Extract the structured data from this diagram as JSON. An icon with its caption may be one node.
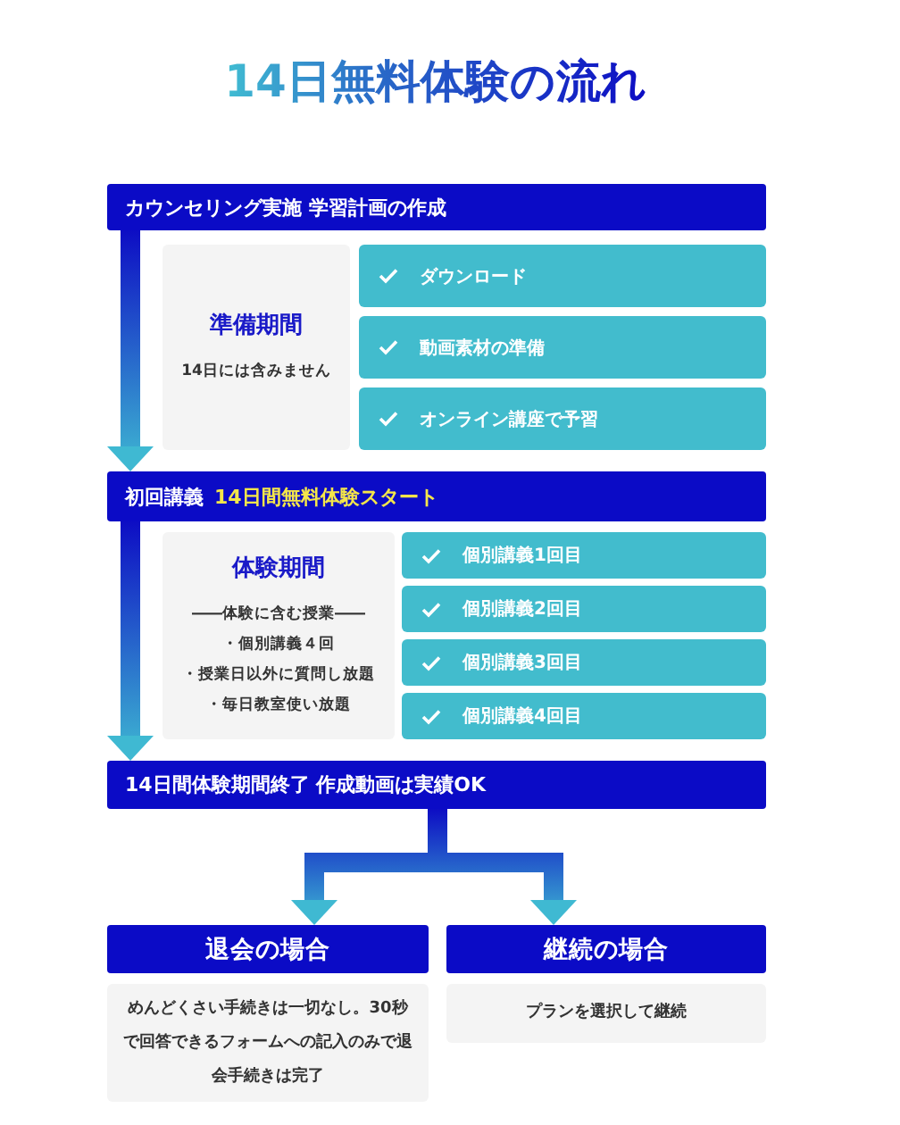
{
  "diagram": {
    "title": "14日無料体験の流れ",
    "nodes": [
      {
        "text": [
          "カウンセリング実施 学習計画の作成"
        ]
      },
      {
        "text": [
          "準備期間",
          "14日には含みません"
        ]
      },
      {
        "text": [
          "ダウンロード"
        ]
      },
      {
        "text": [
          "動画素材の準備"
        ]
      },
      {
        "text": [
          "オンライン講座で予習"
        ]
      },
      {
        "text": [
          "初回講義",
          "14日間無料体験スタート"
        ]
      },
      {
        "text": [
          "体験期間",
          "――体験に含む授業――",
          "・個別講義４回",
          "・授業日以外に質問し放題",
          "・毎日教室使い放題"
        ]
      },
      {
        "text": [
          "個別講義1回目"
        ]
      },
      {
        "text": [
          "個別講義2回目"
        ]
      },
      {
        "text": [
          "個別講義3回目"
        ]
      },
      {
        "text": [
          "個別講義4回目"
        ]
      },
      {
        "text": [
          "14日間体験期間終了 作成動画は実績OK"
        ]
      },
      {
        "text": [
          "退会の場合"
        ]
      },
      {
        "text": [
          "継続の場合"
        ]
      },
      {
        "text": [
          "めんどくさい手続きは一切なし。30秒で回答できるフォームへの記入のみで退会手続きは完了"
        ]
      },
      {
        "text": [
          "プランを選択して継続"
        ]
      }
    ],
    "edges": [
      {
        "from": 0,
        "to": 5,
        "arrow": "to",
        "style": "thick"
      },
      {
        "from": 5,
        "to": 11,
        "arrow": "to",
        "style": "thick"
      },
      {
        "from": 11,
        "to": 12,
        "arrow": "to",
        "style": "thick"
      },
      {
        "from": 11,
        "to": 13,
        "arrow": "to",
        "style": "thick"
      }
    ]
  }
}
